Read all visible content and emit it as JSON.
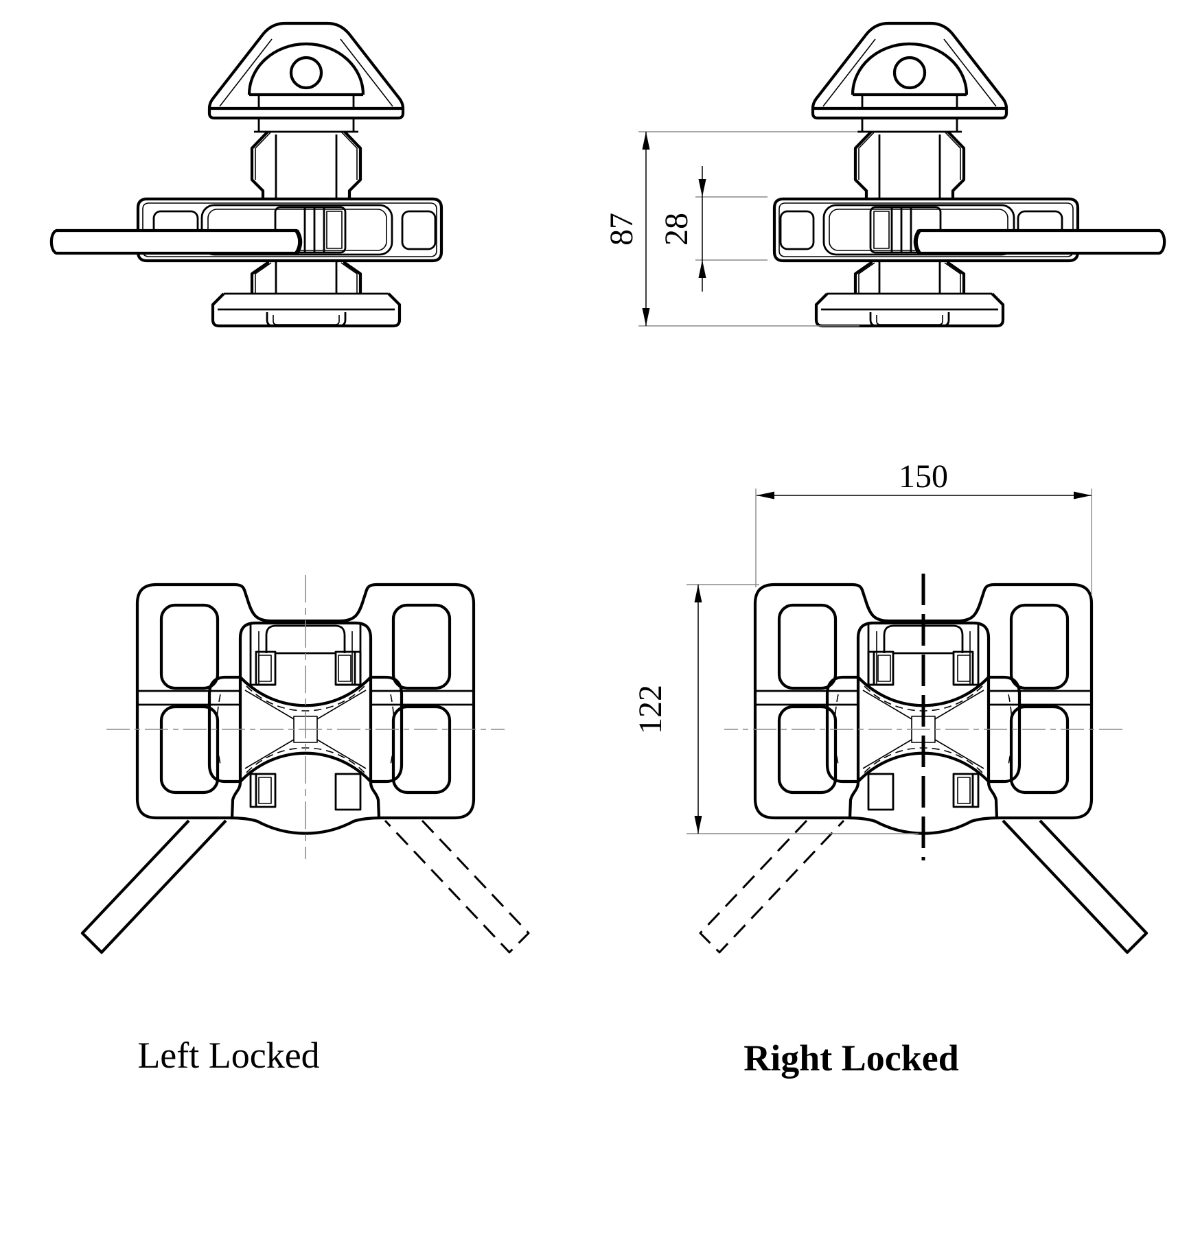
{
  "colors": {
    "background": "#ffffff",
    "main_line": "#000000",
    "thin_line": "#8a8a8a"
  },
  "drawing": {
    "dimensions": {
      "front_overall_height": "87",
      "front_plate_height": "28",
      "plan_width": "150",
      "plan_height": "122"
    },
    "captions": {
      "left_view": "Left Locked",
      "right_view": "Right Locked"
    }
  }
}
